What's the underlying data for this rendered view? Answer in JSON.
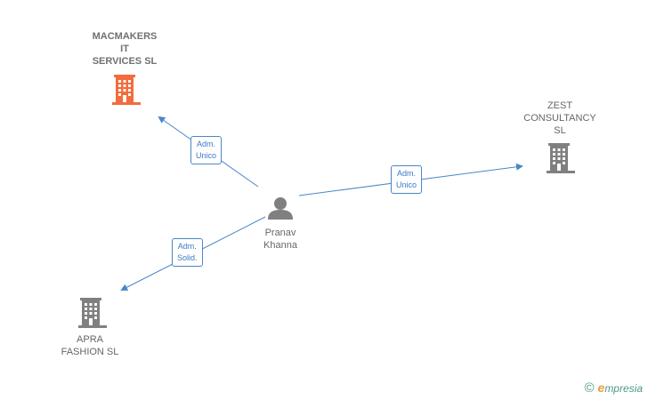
{
  "nodes": {
    "macmakers": {
      "name": "MACMAKERS\nIT\nSERVICES  SL",
      "color": "#f26d3d"
    },
    "zest": {
      "name": "ZEST\nCONSULTANCY\nSL",
      "color": "#808080"
    },
    "apra": {
      "name": "APRA\nFASHION  SL",
      "color": "#808080"
    },
    "pranav": {
      "name": "Pranav\nKhanna",
      "color": "#808080"
    }
  },
  "edges": {
    "to_macmakers": "Adm.\nUnico",
    "to_zest": "Adm.\nUnico",
    "to_apra": "Adm.\nSolid."
  },
  "colors": {
    "edge": "#4a86c8"
  },
  "footer": {
    "copyright": "©",
    "brand_initial": "e",
    "brand_rest": "mpresia"
  }
}
